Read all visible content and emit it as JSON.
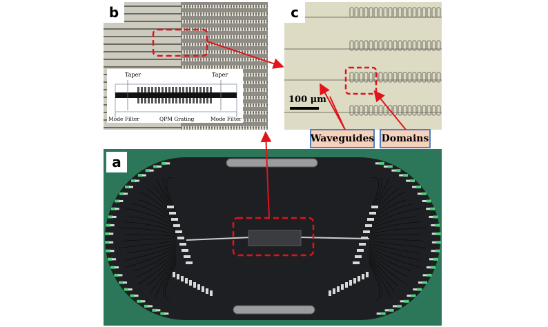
{
  "panels": {
    "b": {
      "label": "b"
    },
    "c": {
      "label": "c"
    },
    "a": {
      "label": "a"
    }
  },
  "inset": {
    "taper_left": "Taper",
    "taper_right": "Taper",
    "mode_filter_left": "Mode Filter",
    "qpm_grating": "QPM Grating",
    "mode_filter_right": "Mode Filter"
  },
  "scale_bar": {
    "label": "100 μm"
  },
  "tags": {
    "waveguides": "Waveguides",
    "domains": "Domains"
  },
  "colors": {
    "annotation_red": "#e0141a",
    "tag_border": "#4e7fbf",
    "tag_fill": "#f6d2bd",
    "board_green": "#2f7a5c",
    "board_black": "#1d1f22"
  }
}
